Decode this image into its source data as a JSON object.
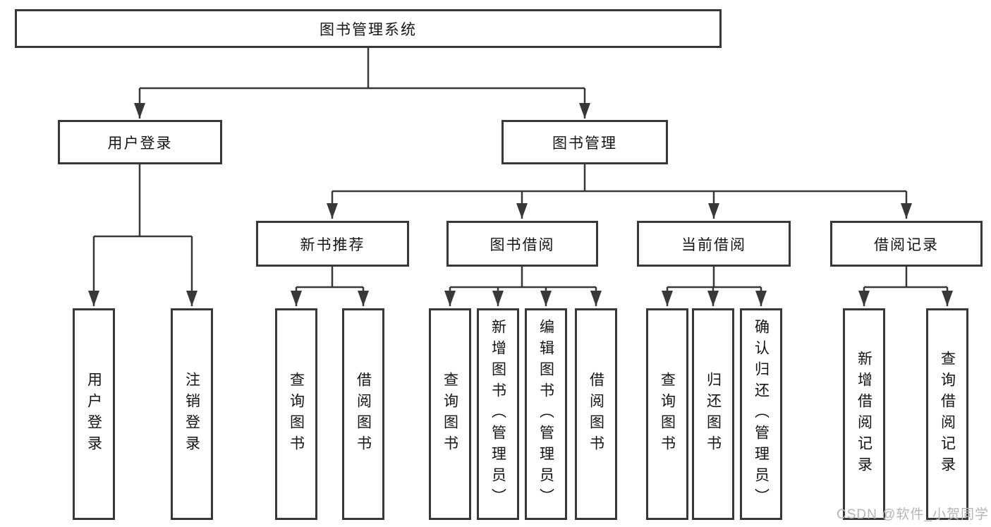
{
  "colors": {
    "line": "#383838",
    "box_border": "#383838",
    "text": "#141414",
    "background": "#ffffff",
    "watermark": "#b5b5b5"
  },
  "tree": {
    "label": "图书管理系统",
    "children": [
      {
        "label": "用户登录",
        "children": [
          {
            "label": "用户登录"
          },
          {
            "label": "注销登录"
          }
        ]
      },
      {
        "label": "图书管理",
        "children": [
          {
            "label": "新书推荐",
            "children": [
              {
                "label": "查询图书"
              },
              {
                "label": "借阅图书"
              }
            ]
          },
          {
            "label": "图书借阅",
            "children": [
              {
                "label": "查询图书"
              },
              {
                "label": "新增图书（管理员）"
              },
              {
                "label": "编辑图书（管理员）"
              },
              {
                "label": "借阅图书"
              }
            ]
          },
          {
            "label": "当前借阅",
            "children": [
              {
                "label": "查询图书"
              },
              {
                "label": "归还图书"
              },
              {
                "label": "确认归还（管理员）"
              }
            ]
          },
          {
            "label": "借阅记录",
            "children": [
              {
                "label": "新增借阅记录"
              },
              {
                "label": "查询借阅记录"
              }
            ]
          }
        ]
      }
    ]
  },
  "watermark": "CSDN @软件_小贺同学"
}
